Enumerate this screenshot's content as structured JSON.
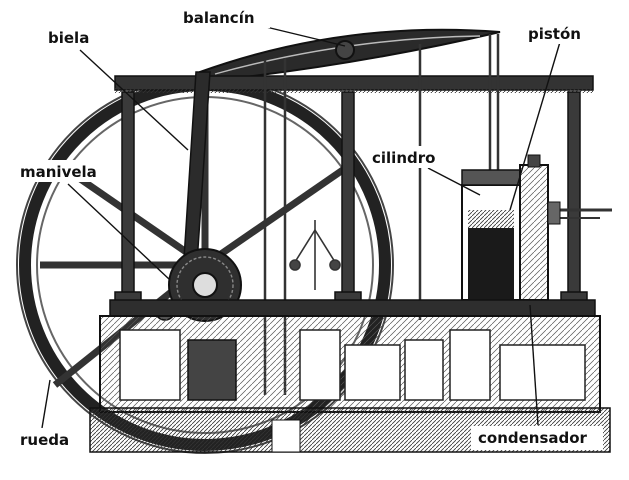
{
  "labels": {
    "balancin": "balancín",
    "biela": "biela",
    "piston": "pistón",
    "cilindro": "cilindro",
    "manivela": "manivela",
    "rueda": "rueda",
    "condensador": "condensador"
  }
}
